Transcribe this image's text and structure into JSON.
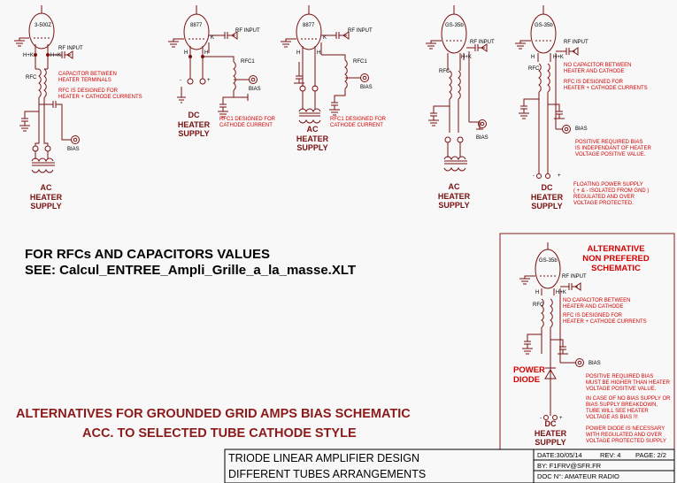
{
  "tubes": [
    "3-500Z",
    "8877",
    "8877",
    "GS-35b",
    "GS-35b",
    "GS-35b"
  ],
  "pin_labels": {
    "hk": "H+K",
    "hk2": "H+K",
    "h": "H",
    "k": "K"
  },
  "rf_input": "RF INPUT",
  "rfc": "RFC",
  "rfc1": "RFC1",
  "bias": "BIAS",
  "plus": "+",
  "minus": "-",
  "notes": {
    "cap_between_heater_terminals": "CAPACITOR BETWEEN\nHEATER TERMINALS",
    "rfc_heater_cathode": "RFC IS DESIGNED FOR\nHEATER + CATHODE CURRENTS",
    "rfc1_cathode": "RFC1 DESIGNED FOR\nCATHODE CURRENT",
    "no_cap_heater_cathode": "NO CAPACITOR BETWEEN\nHEATER AND CATHODE",
    "positive_bias_indep": "POSITIVE REQUIRED BIAS\nIS INDEPENDANT OF HEATER\nVOLTAGE POSITIVE VALUE.",
    "floating_supply": "FLOATING POWER SUPPLY\n( + & - ISOLATED FROM GND )\nREGULATED AND OVER\nVOLTAGE PROTECTED.",
    "positive_bias_higher": "POSITIVE REQUIRED BIAS\nMUST BE HIGHER THAN HEATER\nVOLTAGE POSITIVE VALUE.",
    "no_bias_case": "IN CASE OF NO BIAS SUPPLY OR\nBIAS SUPPLY BREAKDOWN,\nTUBE WILL SEE HEATER\nVOLTAGE AS BIAS !!!",
    "power_diode_necessary": "POWER DIODE IS NECESSARY\nWITH REGULATED AND OVER\nVOLTAGE PROTECTED SUPPLY"
  },
  "supplies": {
    "ac": "AC\nHEATER\nSUPPLY",
    "dc": "DC\nHEATER\nSUPPLY"
  },
  "alternative": "ALTERNATIVE\nNON PREFERED\nSCHEMATIC",
  "power_diode": "POWER\nDIODE",
  "see_values": {
    "line1": "FOR RFCs AND CAPACITORS VALUES",
    "line2": "SEE: Calcul_ENTREE_Ampli_Grille_a_la_masse.XLT"
  },
  "main_title": {
    "line1": "ALTERNATIVES FOR GROUNDED GRID AMPS BIAS SCHEMATIC",
    "line2": "ACC. TO SELECTED TUBE CATHODE STYLE"
  },
  "title_block": {
    "title1": "TRIODE LINEAR AMPLIFIER DESIGN",
    "title2": "DIFFERENT TUBES ARRANGEMENTS",
    "date": "DATE:30/05/14",
    "rev": "REV: 4",
    "page": "PAGE:  2/2",
    "by": "BY:  F1FRV@SFR.FR",
    "doc": "DOC N°: AMATEUR RADIO"
  },
  "colors": {
    "wire": "#7a1010",
    "note_red": "#d40000",
    "title": "#8b1a1a"
  }
}
